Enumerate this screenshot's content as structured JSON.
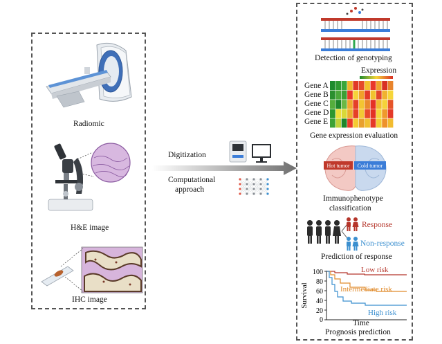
{
  "left_panel": {
    "radiomic_label": "Radiomic",
    "he_label": "H&E image",
    "ihc_label": "IHC image"
  },
  "middle": {
    "digitization_label": "Digitization",
    "computational_line1": "Computational",
    "computational_line2": "approach"
  },
  "right_panel": {
    "genotyping_label": "Detection of genotyping",
    "expression_legend": "Expression",
    "genes": [
      "Gene A",
      "Gene B",
      "Gene C",
      "Gene D",
      "Gene E"
    ],
    "heatmap_colors": [
      [
        "#1e8b2e",
        "#2e9a32",
        "#3aa63a",
        "#f0b52a",
        "#e03a26",
        "#e54a2a",
        "#f2c02c",
        "#e9382a",
        "#f0a22c",
        "#d82f24",
        "#e8842c"
      ],
      [
        "#2a8f2f",
        "#4aa83a",
        "#3c9e36",
        "#e9382a",
        "#f6d23a",
        "#f0a02a",
        "#e43a28",
        "#f1c22e",
        "#e3462a",
        "#f0b230",
        "#f6d53a"
      ],
      [
        "#55ad3c",
        "#1f862c",
        "#6ab845",
        "#f0a82c",
        "#e54028",
        "#f3c432",
        "#ea8a2c",
        "#e43226",
        "#f1ba30",
        "#f5d23a",
        "#e6552a"
      ],
      [
        "#2d962f",
        "#eede3a",
        "#d9d838",
        "#ecae2e",
        "#e64026",
        "#f2c834",
        "#e94a2a",
        "#e33024",
        "#f6d43a",
        "#ef9a2c",
        "#e43a28"
      ],
      [
        "#3ca235",
        "#bfd33a",
        "#1f862c",
        "#ea3a28",
        "#f5cb33",
        "#e9a02e",
        "#f1c032",
        "#e53a28",
        "#f4cd36",
        "#ee922c",
        "#f2bc30"
      ]
    ],
    "gene_expression_label": "Gene expression evaluation",
    "hot_tumor": "Hot tumor",
    "cold_tumor": "Cold tumor",
    "immuno_line1": "Immunophenotype",
    "immuno_line2": "classification",
    "response": "Response",
    "non_response": "Non-response",
    "prediction_label": "Prediction of response",
    "survival_chart": {
      "ylabel": "Survival",
      "xlabel": "Time",
      "y_ticks": [
        "100",
        "80",
        "60",
        "40",
        "20",
        "0"
      ],
      "low_risk": "Low risk",
      "intermediate_risk": "Intermediate risk",
      "high_risk": "High risk"
    },
    "prognosis_label": "Prognosis prediction"
  },
  "colors": {
    "low_risk": "#b5352a",
    "intermediate_risk": "#e08a2a",
    "high_risk": "#3b8fcf",
    "response": "#b5352a",
    "non_response": "#3b8fcf"
  }
}
